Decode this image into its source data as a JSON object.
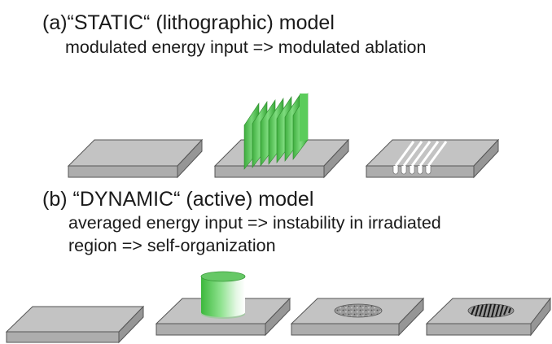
{
  "panel_a": {
    "title": "(a)“STATIC“ (lithographic) model",
    "subtitle": "modulated energy input => modulated ablation",
    "stages": [
      "flat-substrate",
      "grating-beam-irradiation",
      "periodic-grooves"
    ]
  },
  "panel_b": {
    "title": "(b) “DYNAMIC“ (active) model",
    "subtitle_line1": "averaged energy input => instability in irradiated",
    "subtitle_line2": "region => self-organization",
    "stages": [
      "flat-substrate",
      "cylindrical-beam-irradiation",
      "disordered-surface-pattern",
      "ripple-pattern"
    ]
  },
  "colors": {
    "slab_top": "#c3c3c3",
    "slab_front": "#adadad",
    "slab_side": "#969696",
    "beam_green": "#4cc04c",
    "text": "#1a1a1a"
  }
}
